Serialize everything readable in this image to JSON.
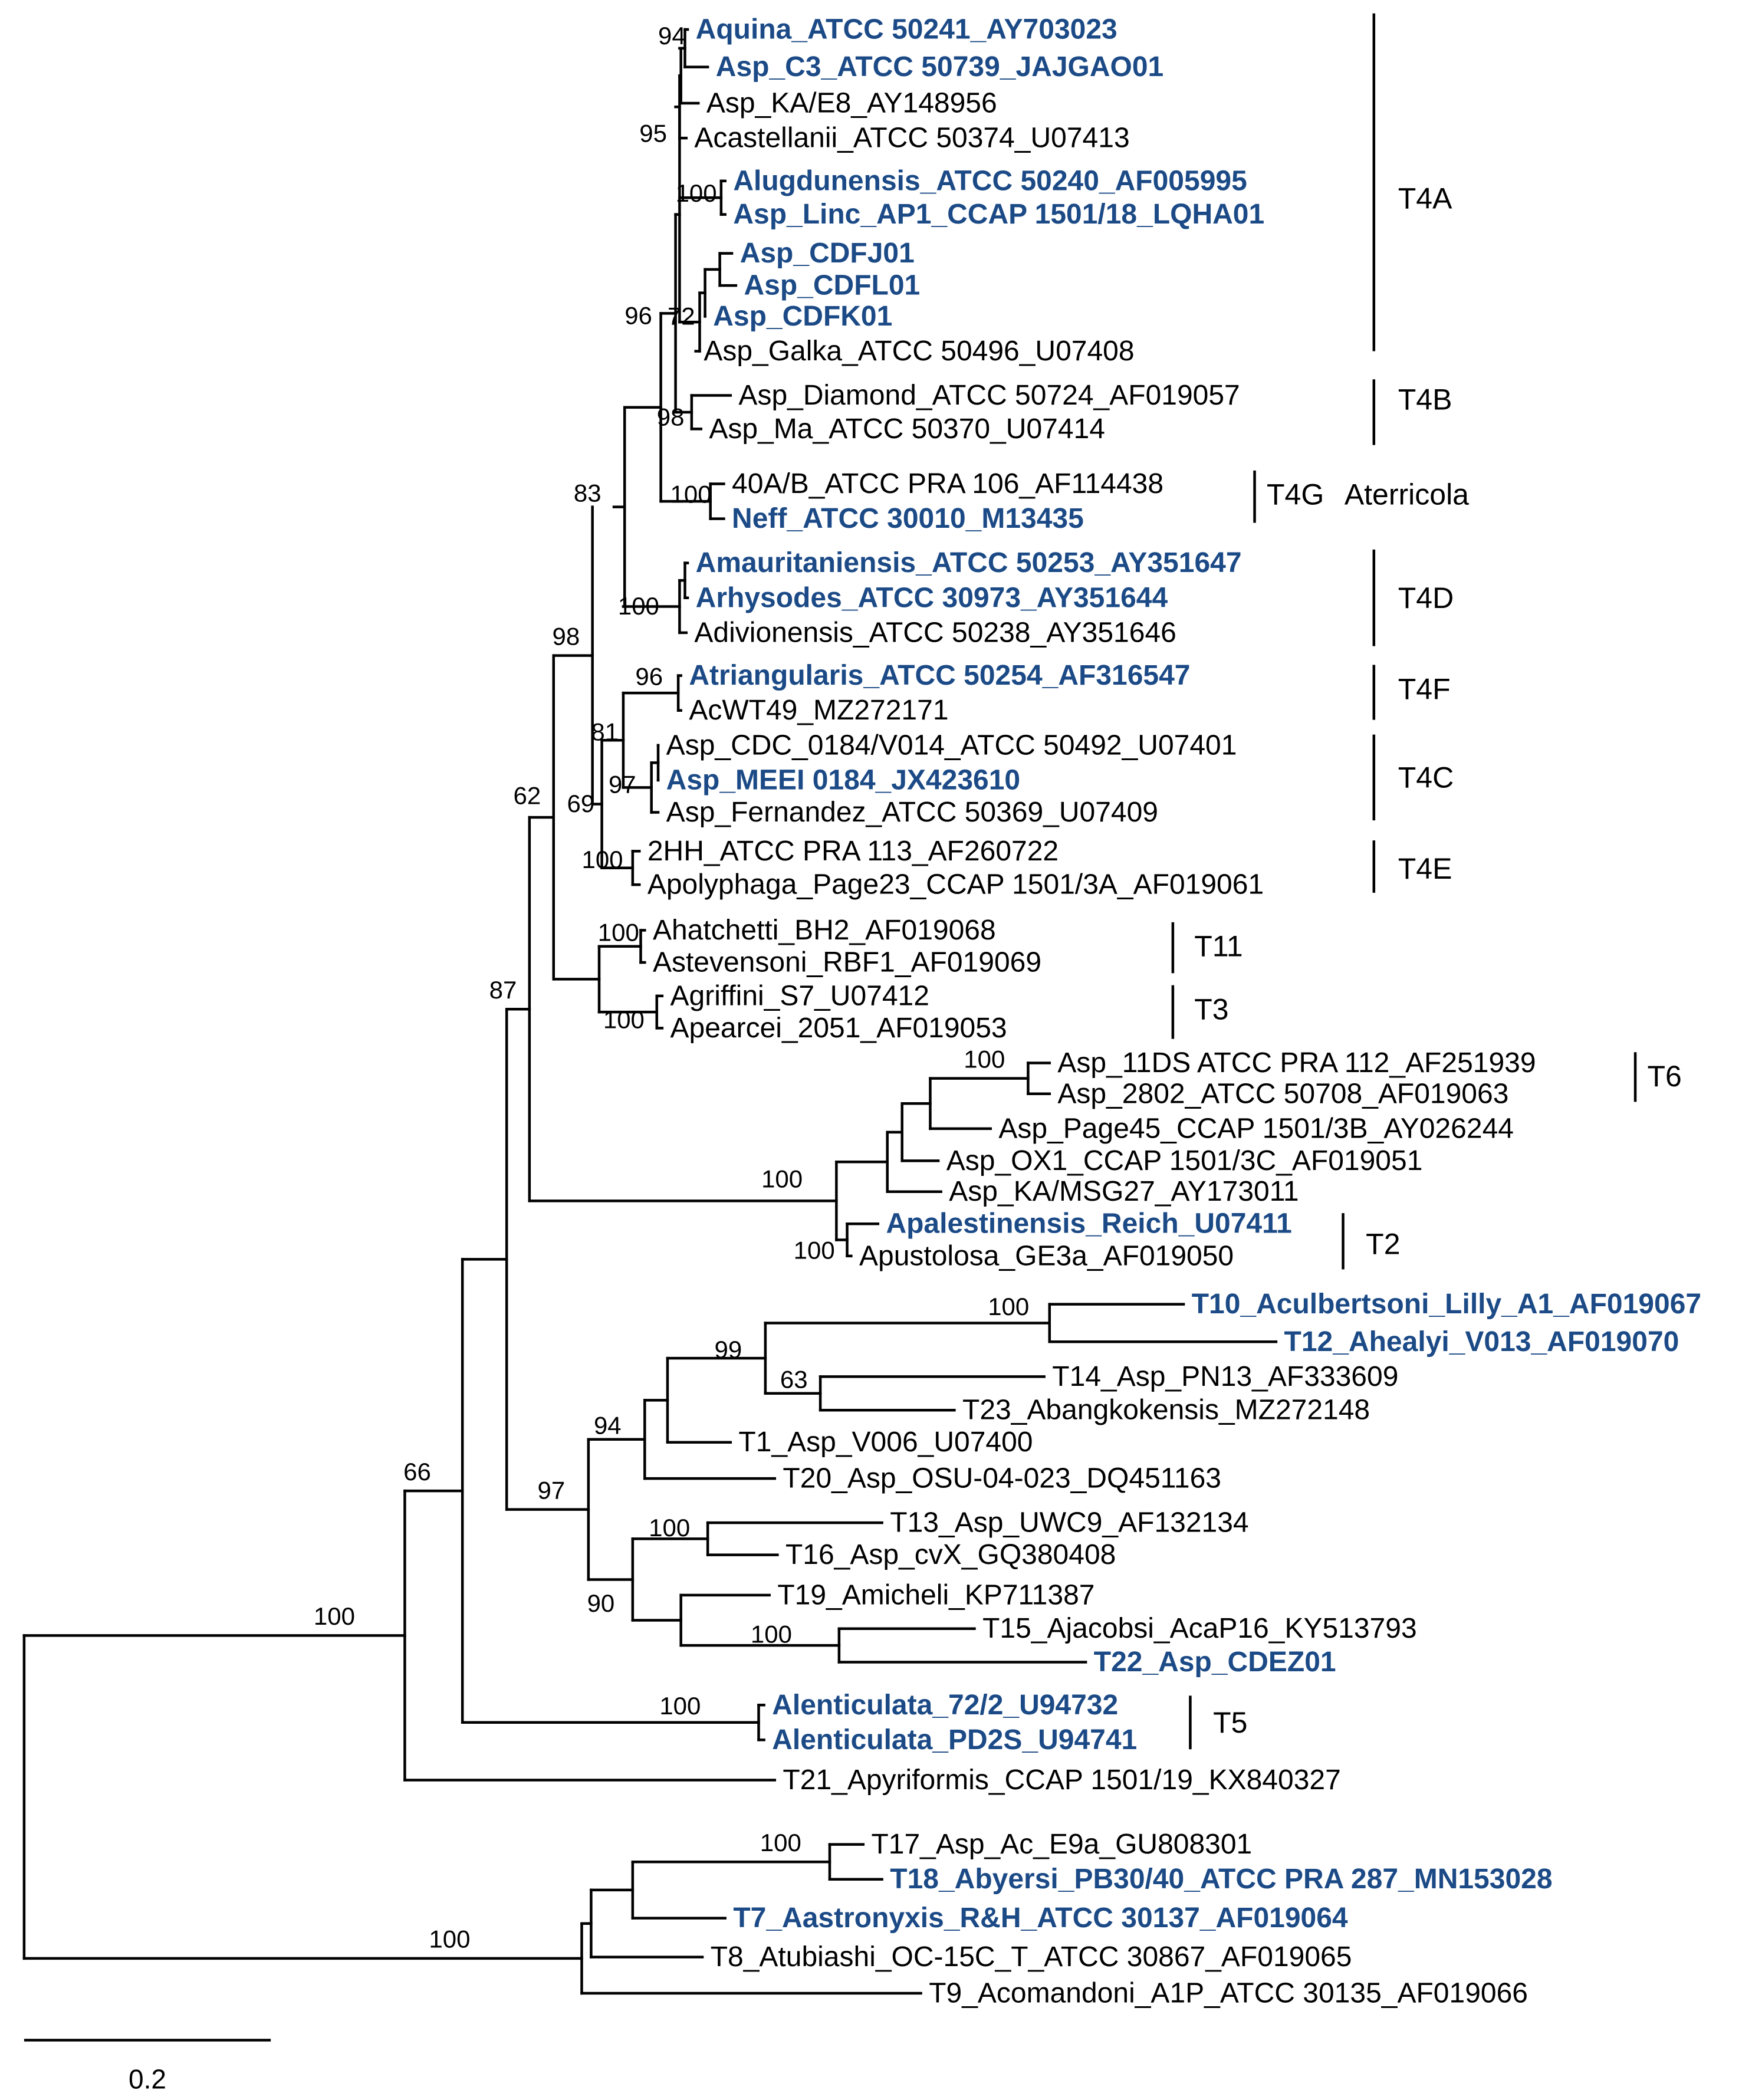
{
  "colors": {
    "highlight": "#1b4a86",
    "normal": "#000000",
    "branch": "#000000"
  },
  "taxa": {
    "aquina": {
      "label": "Aquina_ATCC 50241_AY703023",
      "hl": true
    },
    "c3": {
      "label": "Asp_C3_ATCC 50739_JAJGAO01",
      "hl": true
    },
    "kae8": {
      "label": "Asp_KA/E8_AY148956",
      "hl": false
    },
    "acast": {
      "label": "Acastellanii_ATCC 50374_U07413",
      "hl": false
    },
    "alugd": {
      "label": "Alugdunensis_ATCC 50240_AF005995",
      "hl": true
    },
    "linc": {
      "label": "Asp_Linc_AP1_CCAP 1501/18_LQHA01",
      "hl": true
    },
    "cdfj": {
      "label": "Asp_CDFJ01",
      "hl": true
    },
    "cdfl": {
      "label": "Asp_CDFL01",
      "hl": true
    },
    "cdfk": {
      "label": "Asp_CDFK01",
      "hl": true
    },
    "galka": {
      "label": "Asp_Galka_ATCC 50496_U07408",
      "hl": false
    },
    "diamond": {
      "label": "Asp_Diamond_ATCC 50724_AF019057",
      "hl": false
    },
    "ma": {
      "label": "Asp_Ma_ATCC 50370_U07414",
      "hl": false
    },
    "a40": {
      "label": "40A/B_ATCC PRA 106_AF114438",
      "hl": false
    },
    "neff": {
      "label": "Neff_ATCC 30010_M13435",
      "hl": true
    },
    "amaur": {
      "label": "Amauritaniensis_ATCC 50253_AY351647",
      "hl": true
    },
    "arhys": {
      "label": "Arhysodes_ATCC 30973_AY351644",
      "hl": true
    },
    "adiv": {
      "label": "Adivionensis_ATCC 50238_AY351646",
      "hl": false
    },
    "atri": {
      "label": "Atriangularis_ATCC 50254_AF316547",
      "hl": true
    },
    "acwt": {
      "label": "AcWT49_MZ272171",
      "hl": false
    },
    "cdc": {
      "label": "Asp_CDC_0184/V014_ATCC 50492_U07401",
      "hl": false
    },
    "meei": {
      "label": "Asp_MEEI 0184_JX423610",
      "hl": true
    },
    "fern": {
      "label": "Asp_Fernandez_ATCC 50369_U07409",
      "hl": false
    },
    "hh2": {
      "label": "2HH_ATCC PRA 113_AF260722",
      "hl": false
    },
    "apoly": {
      "label": "Apolyphaga_Page23_CCAP 1501/3A_AF019061",
      "hl": false
    },
    "ahat": {
      "label": "Ahatchetti_BH2_AF019068",
      "hl": false
    },
    "astev": {
      "label": "Astevensoni_RBF1_AF019069",
      "hl": false
    },
    "agrif": {
      "label": "Agriffini_S7_U07412",
      "hl": false
    },
    "apear": {
      "label": "Apearcei_2051_AF019053",
      "hl": false
    },
    "ds11": {
      "label": "Asp_11DS ATCC PRA 112_AF251939",
      "hl": false
    },
    "s2802": {
      "label": "Asp_2802_ATCC 50708_AF019063",
      "hl": false
    },
    "page45": {
      "label": "Asp_Page45_CCAP 1501/3B_AY026244",
      "hl": false
    },
    "ox1": {
      "label": "Asp_OX1_CCAP 1501/3C_AF019051",
      "hl": false
    },
    "msg27": {
      "label": "Asp_KA/MSG27_AY173011",
      "hl": false
    },
    "apal": {
      "label": "Apalestinensis_Reich_U07411",
      "hl": true
    },
    "apust": {
      "label": "Apustolosa_GE3a_AF019050",
      "hl": false
    },
    "t10": {
      "label": "T10_Aculbertsoni_Lilly_A1_AF019067",
      "hl": true
    },
    "t12": {
      "label": "T12_Ahealyi_V013_AF019070",
      "hl": true
    },
    "t14": {
      "label": "T14_Asp_PN13_AF333609",
      "hl": false
    },
    "t23": {
      "label": "T23_Abangkokensis_MZ272148",
      "hl": false
    },
    "t1": {
      "label": "T1_Asp_V006_U07400",
      "hl": false
    },
    "t20": {
      "label": "T20_Asp_OSU-04-023_DQ451163",
      "hl": false
    },
    "t13": {
      "label": "T13_Asp_UWC9_AF132134",
      "hl": false
    },
    "t16": {
      "label": "T16_Asp_cvX_GQ380408",
      "hl": false
    },
    "t19": {
      "label": "T19_Amicheli_KP711387",
      "hl": false
    },
    "t15": {
      "label": "T15_Ajacobsi_AcaP16_KY513793",
      "hl": false
    },
    "t22": {
      "label": "T22_Asp_CDEZ01",
      "hl": true
    },
    "alent1": {
      "label": "Alenticulata_72/2_U94732",
      "hl": true
    },
    "alent2": {
      "label": "Alenticulata_PD2S_U94741",
      "hl": true
    },
    "t21": {
      "label": "T21_Apyriformis_CCAP 1501/19_KX840327",
      "hl": false
    },
    "t17": {
      "label": "T17_Asp_Ac_E9a_GU808301",
      "hl": false
    },
    "t18": {
      "label": "T18_Abyersi_PB30/40_ATCC PRA 287_MN153028",
      "hl": true
    },
    "t7": {
      "label": "T7_Aastronyxis_R&H_ATCC 30137_AF019064",
      "hl": true
    },
    "t8": {
      "label": "T8_Atubiashi_OC-15C_T_ATCC 30867_AF019065",
      "hl": false
    },
    "t9": {
      "label": "T9_Acomandoni_A1P_ATCC 30135_AF019066",
      "hl": false
    }
  },
  "bootstrap": {
    "n94a": "94",
    "n95": "95",
    "n100a": "100",
    "n72": "72",
    "n96": "96",
    "n98a": "98",
    "n100b": "100",
    "n100c": "100",
    "n83": "83",
    "n96b": "96",
    "n97": "97",
    "n81": "81",
    "n69": "69",
    "n100d": "100",
    "n98b": "98",
    "n100e": "100",
    "n100f": "100",
    "n62": "62",
    "n100g": "100",
    "n100h": "100",
    "n100i": "100",
    "n87": "87",
    "n100j": "100",
    "n63": "63",
    "n99": "99",
    "n94b": "94",
    "n100k": "100",
    "n100l": "100",
    "n90": "90",
    "n97b": "97",
    "n100m": "100",
    "n66": "66",
    "n100n": "100",
    "n100o": "100",
    "n100p": "100"
  },
  "clades": {
    "t4a": "T4A",
    "t4b": "T4B",
    "t4g": "T4G",
    "aterricola": "Aterricola",
    "t4d": "T4D",
    "t4f": "T4F",
    "t4c": "T4C",
    "t4e": "T4E",
    "t11": "T11",
    "t3": "T3",
    "t6": "T6",
    "t2": "T2",
    "t5": "T5"
  },
  "scale_bar": {
    "value": "0.2"
  }
}
